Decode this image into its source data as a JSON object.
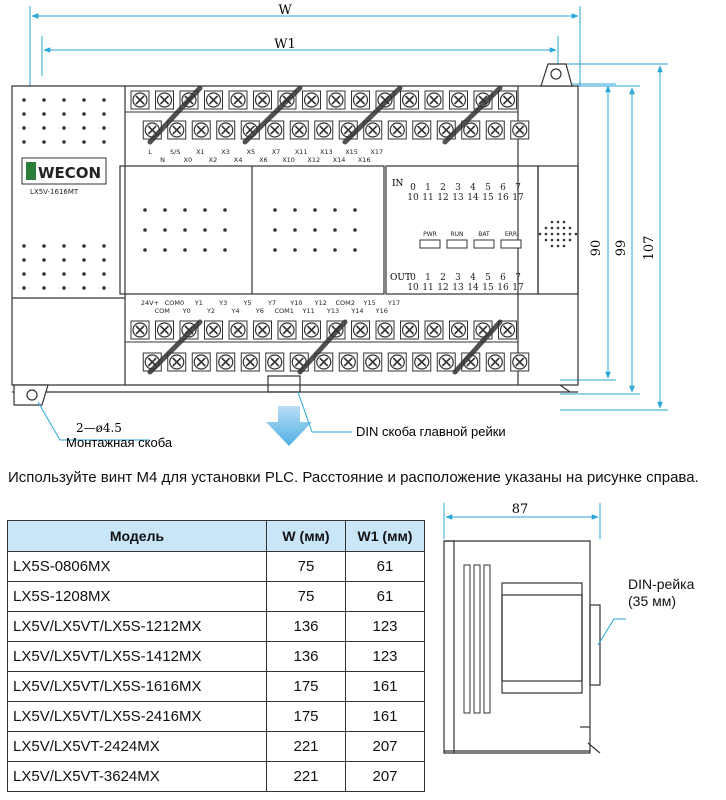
{
  "front_view": {
    "dim_w": "W",
    "dim_w1": "W1",
    "dim_h90": "90",
    "dim_h99": "99",
    "dim_h107": "107",
    "brand": "WECON",
    "model_plate": "LX5V-1616MT",
    "top_terminal_labels": [
      "L",
      "N",
      "S/S",
      "X0",
      "X1",
      "X2",
      "X3",
      "X4",
      "X5",
      "X6",
      "X7",
      "X10",
      "X11",
      "X12",
      "X13",
      "X14",
      "X15",
      "X16",
      "X17"
    ],
    "bottom_terminal_labels": [
      "24V+",
      "COM",
      "COM0",
      "Y0",
      "Y1",
      "Y2",
      "Y3",
      "Y4",
      "Y5",
      "Y6",
      "Y7",
      "COM1",
      "Y10",
      "Y11",
      "Y12",
      "Y13",
      "COM2",
      "Y14",
      "Y15",
      "Y16",
      "Y17"
    ],
    "in_label": "IN",
    "out_label": "OUT",
    "io_row1": [
      "0",
      "1",
      "2",
      "3",
      "4",
      "5",
      "6",
      "7"
    ],
    "io_row2": [
      "10",
      "11",
      "12",
      "13",
      "14",
      "15",
      "16",
      "17"
    ],
    "led_labels": [
      "PWR",
      "RUN",
      "BAT",
      "ERR"
    ],
    "hole_label": "2—ø4.5",
    "mount_caption": "Монтажная скоба",
    "din_caption": "DIN скоба главной рейки"
  },
  "instruction": "Используйте винт M4 для установки PLC. Расстояние и расположение указаны на рисунке справа.",
  "table": {
    "headers": [
      "Модель",
      "W (мм)",
      "W1 (мм)"
    ],
    "rows": [
      {
        "model": "LX5S-0806MX",
        "w": "75",
        "w1": "61"
      },
      {
        "model": "LX5S-1208MX",
        "w": "75",
        "w1": "61"
      },
      {
        "model": "LX5V/LX5VT/LX5S-1212MX",
        "w": "136",
        "w1": "123"
      },
      {
        "model": "LX5V/LX5VT/LX5S-1412MX",
        "w": "136",
        "w1": "123"
      },
      {
        "model": "LX5V/LX5VT/LX5S-1616MX",
        "w": "175",
        "w1": "161"
      },
      {
        "model": "LX5V/LX5VT/LX5S-2416MX",
        "w": "175",
        "w1": "161"
      },
      {
        "model": "LX5V/LX5VT-2424MX",
        "w": "221",
        "w1": "207"
      },
      {
        "model": "LX5V/LX5VT-3624MX",
        "w": "221",
        "w1": "207"
      }
    ]
  },
  "side_view": {
    "dim_depth": "87",
    "din_rail_label": "DIN-рейка",
    "din_rail_size": "(35 мм)"
  },
  "colors": {
    "dimension": "#2aa6d8",
    "line": "#333333",
    "header_bg": "#c9e6f8",
    "arrow": "#7cc3ea"
  }
}
